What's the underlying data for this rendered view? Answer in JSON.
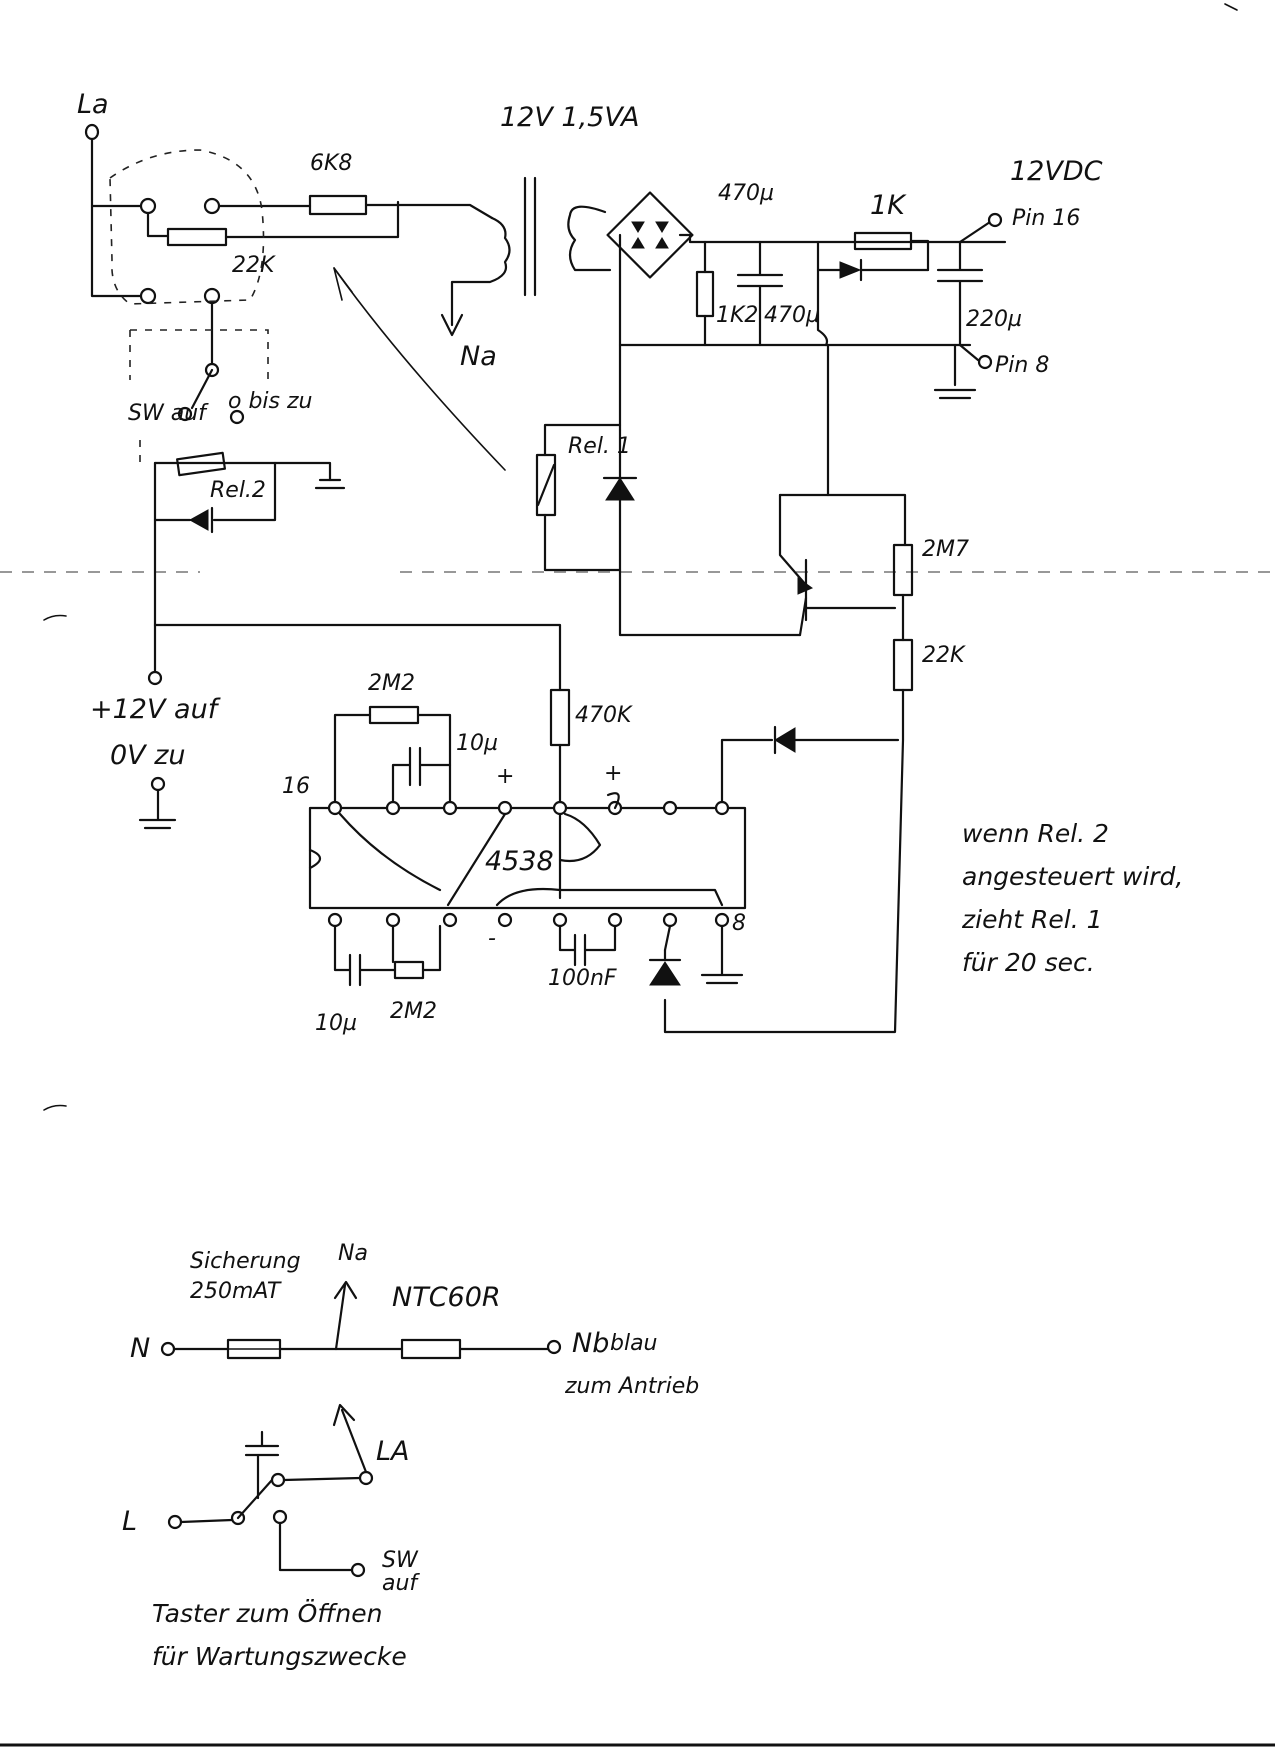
{
  "labels": {
    "la_top": "La",
    "transformer": "12V 1,5VA",
    "r_6k8": "6K8",
    "r_22k_top": "22K",
    "na_top": "Na",
    "vdc_12": "12VDC",
    "pin_16_top": "Pin 16",
    "cap_470u_a": "470µ",
    "r_1k": "1K",
    "r_1k2": "1K2",
    "cap_470u_b": "470µ",
    "cap_220u": "220µ",
    "pin_8_top": "Pin 8",
    "sw_auf": "SW auf",
    "oder_zu": "o bis zu",
    "rel2": "Rel.2",
    "rel1": "Rel. 1",
    "r_2m7": "2M7",
    "r_22k_mid": "22K",
    "plus_12v": "+12V auf",
    "zero_v": "0V zu",
    "r_2m2_top": "2M2",
    "r_470k": "470K",
    "cap_10u_top": "10µ",
    "ic_pin16": "16",
    "ic_name": "4538",
    "ic_pin8": "8",
    "cap_100nf": "100nF",
    "cap_10u_bottom": "10µ",
    "r_2m2_bottom": "2M2",
    "plus_a": "+",
    "plus_b": "+",
    "minus": "-"
  },
  "note": {
    "line1": "wenn Rel. 2",
    "line2": "angesteuert wird,",
    "line3": "zieht Rel. 1",
    "line4": "für 20 sec."
  },
  "lower": {
    "fuse_line1": "Sicherung",
    "fuse_line2": "250mAT",
    "na": "Na",
    "ntc": "NTC60R",
    "n": "N",
    "nb": "Nb",
    "nb_note": "blau",
    "nb_note2": "zum Antrieb",
    "la": "LA",
    "l": "L",
    "sw": "SW",
    "sw_auf": "auf",
    "caption1": "Taster zum Öffnen",
    "caption2": "für Wartungszwecke"
  }
}
